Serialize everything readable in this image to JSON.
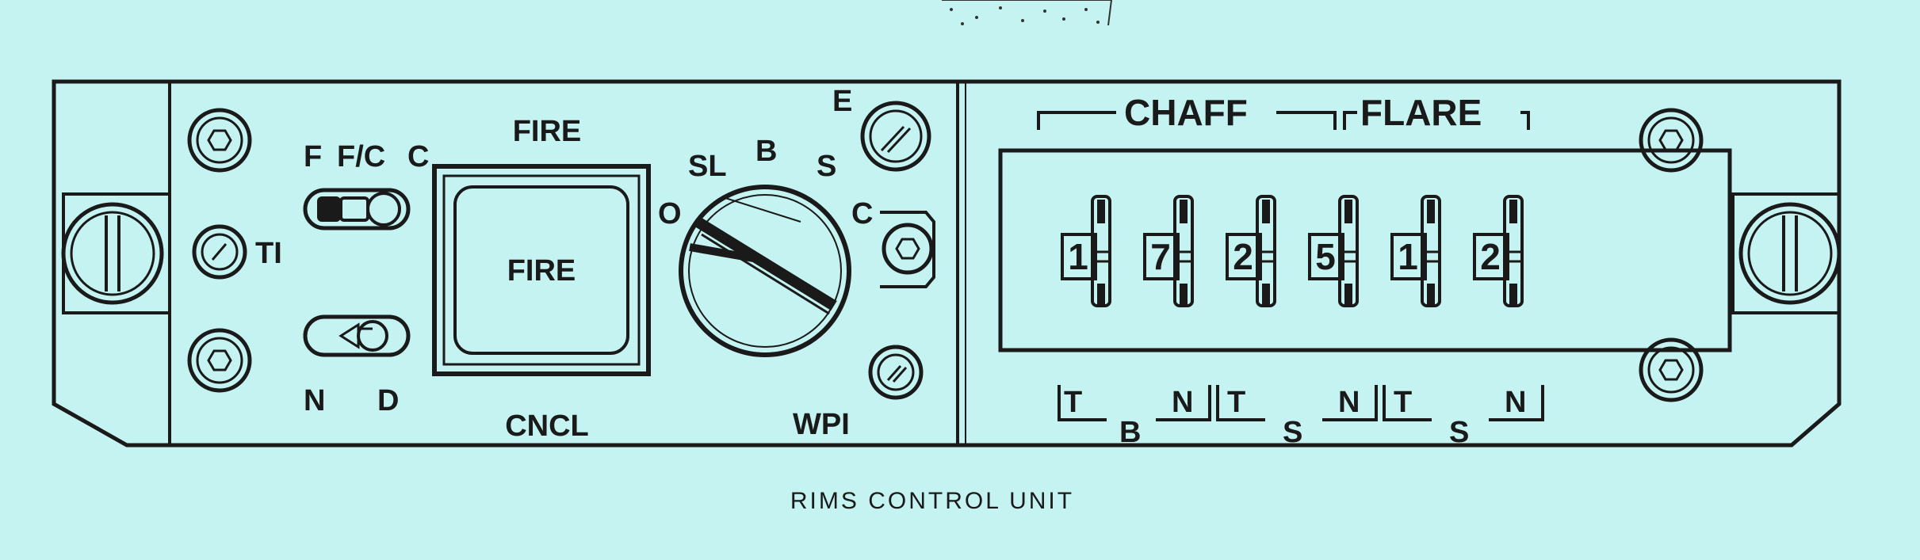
{
  "diagram": {
    "caption": "RIMS CONTROL UNIT",
    "left_section": {
      "ti_label": "TI",
      "upper_switch": {
        "label_left": "F",
        "label_mid": "F/C",
        "label_right": "C"
      },
      "lower_switch": {
        "label_left": "N",
        "label_right": "D"
      },
      "fire_button": {
        "label_above": "FIRE",
        "face_label": "FIRE",
        "label_below": "CNCL"
      },
      "selector_knob": {
        "positions": [
          "O",
          "SL",
          "B",
          "S",
          "C"
        ],
        "top_indicator_label": "E",
        "bottom_indicator_label": "WPI"
      }
    },
    "right_section": {
      "chaff_label": "CHAFF",
      "flare_label": "FLARE",
      "counters": [
        "1",
        "7",
        "2",
        "5",
        "1",
        "2"
      ],
      "switch_labels": [
        {
          "left": "T",
          "middle": "B",
          "right": "N"
        },
        {
          "left": "T",
          "middle": "S",
          "right": "N"
        },
        {
          "left": "T",
          "middle": "S",
          "right": "N"
        }
      ]
    }
  }
}
